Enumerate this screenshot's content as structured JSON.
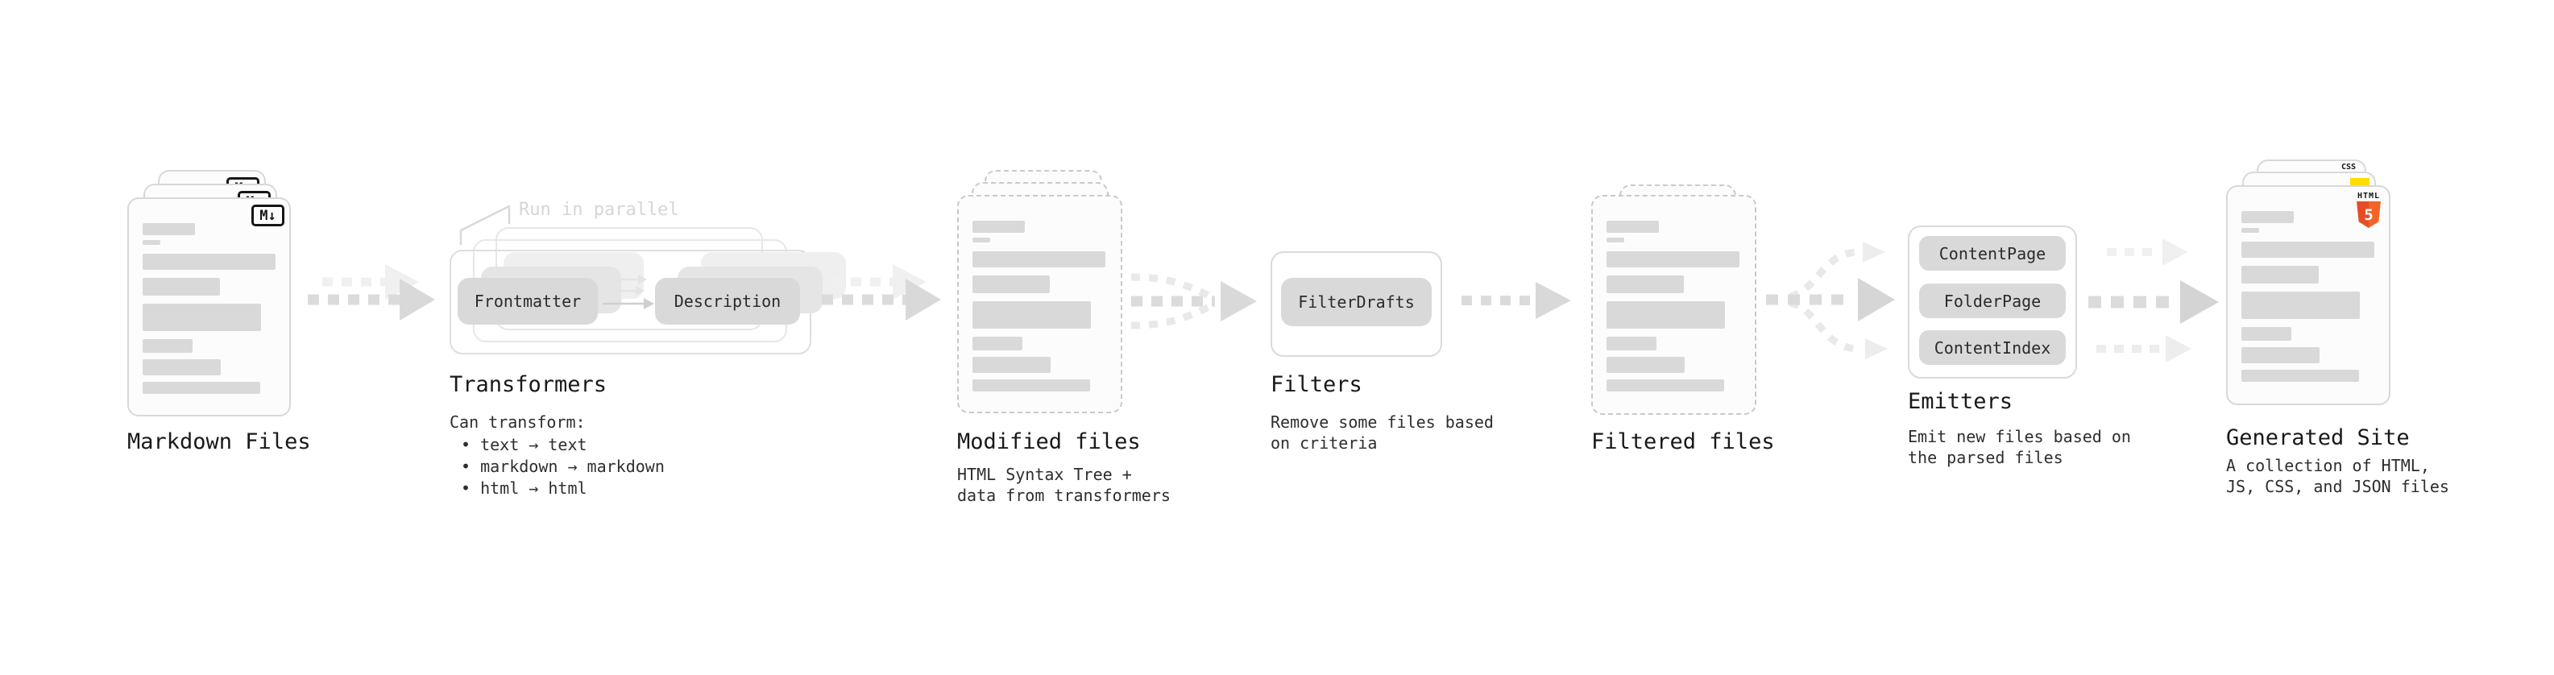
{
  "palette": {
    "card_border": "#d8d8d8",
    "card_fill": "#fcfcfc",
    "dashed_border": "#c9c9c9",
    "bar_fill": "#d9d9d9",
    "pill_fill": "#d9d9d9",
    "ghost_box_border": "#e7e7e7",
    "arrow_dark": "#dbdbdb",
    "arrow_light": "#f0f0f0",
    "arrow_curve": "#e9e9e9",
    "note_gray": "#d6d6d6",
    "html5_orange": "#E44D26",
    "js_yellow": "#FFDC00",
    "css_blue": "#2E63E8",
    "text_dark": "#1f1f1f"
  },
  "stages": {
    "markdown": {
      "label": "Markdown Files",
      "badge": "M↓"
    },
    "transformers": {
      "label": "Transformers",
      "note": "Run in parallel",
      "pill_left": "Frontmatter",
      "pill_right": "Description",
      "can_transform": "Can transform:",
      "bullets": [
        "• text → text",
        "• markdown → markdown",
        "• html → html"
      ]
    },
    "modified": {
      "label": "Modified files",
      "desc_line1": "HTML Syntax Tree +",
      "desc_line2": "data from transformers"
    },
    "filters": {
      "label": "Filters",
      "pill": "FilterDrafts",
      "desc_line1": "Remove some files based",
      "desc_line2": "on criteria"
    },
    "filtered": {
      "label": "Filtered files"
    },
    "emitters": {
      "label": "Emitters",
      "pills": [
        "ContentPage",
        "FolderPage",
        "ContentIndex"
      ],
      "desc_line1": "Emit new files based on",
      "desc_line2": "the parsed files"
    },
    "site": {
      "label": "Generated Site",
      "desc_line1": "A collection of HTML,",
      "desc_line2": "JS, CSS, and JSON files",
      "css_badge": "CSS",
      "html_badge_label": "HTML",
      "html_badge_number": "5"
    }
  }
}
